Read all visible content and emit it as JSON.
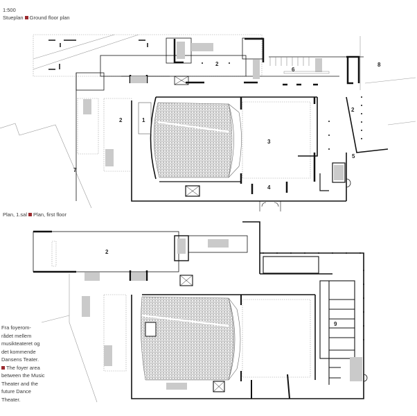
{
  "scale": "1:500",
  "ground_floor": {
    "caption_no": "Stueplan",
    "caption_en": "Ground floor plan",
    "labels": [
      {
        "id": "1",
        "text": "1"
      },
      {
        "id": "2a",
        "text": "2"
      },
      {
        "id": "2b",
        "text": "2"
      },
      {
        "id": "2c",
        "text": "2"
      },
      {
        "id": "3",
        "text": "3"
      },
      {
        "id": "4",
        "text": "4"
      },
      {
        "id": "5",
        "text": "5"
      },
      {
        "id": "6",
        "text": "6"
      },
      {
        "id": "7",
        "text": "7"
      },
      {
        "id": "8",
        "text": "8"
      }
    ]
  },
  "first_floor": {
    "caption_no": "Plan, 1.sal",
    "caption_en": "Plan, first floor",
    "labels": [
      {
        "id": "2",
        "text": "2"
      },
      {
        "id": "9",
        "text": "9"
      }
    ]
  },
  "side_note": {
    "no_lines": [
      "Fra foyerom-",
      "rådet mellem",
      "musikteateret og",
      "det kommende",
      "Dansens Teater."
    ],
    "en_lines": [
      "The foyer area",
      "between the Music",
      "Theater and the",
      "future Dance",
      "Theater."
    ]
  },
  "colors": {
    "marker": "#9b2a2e",
    "line": "#1a1a1a",
    "thin": "#777777"
  }
}
